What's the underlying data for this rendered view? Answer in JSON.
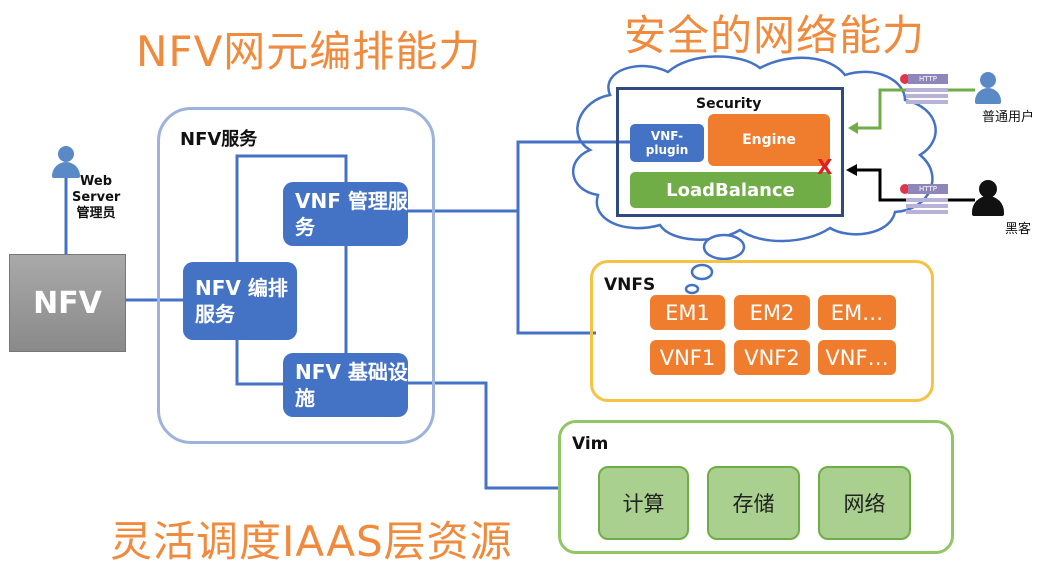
{
  "titles": {
    "top_left": "NFV网元编排能力",
    "top_right": "安全的网络能力",
    "bottom": "灵活调度IAAS层资源"
  },
  "nfv": {
    "label": "NFV",
    "admin_label": "Web Server 管理员"
  },
  "nfv_service": {
    "title": "NFV服务",
    "vnf_mgmt": "VNF 管理服务",
    "orchestration": "NFV 编排服务",
    "infrastructure": "NFV 基础设施"
  },
  "security": {
    "title": "Security",
    "vnf_plugin": "VNF- plugin",
    "engine": "Engine",
    "loadbalance": "LoadBalance",
    "block_mark": "X"
  },
  "vnfs": {
    "title": "VNFS",
    "items": [
      "EM1",
      "EM2",
      "EM…",
      "VNF1",
      "VNF2",
      "VNF…"
    ]
  },
  "vim": {
    "title": "Vim",
    "items": [
      "计算",
      "存储",
      "网络"
    ]
  },
  "users": {
    "normal": "普通用户",
    "hacker": "黑客",
    "http_tag": "HTTP"
  },
  "colors": {
    "title_orange": "#f08a3c",
    "blue": "#4472c4",
    "orange": "#f07d2e",
    "green": "#70ad47",
    "yellow": "#f5c242"
  }
}
